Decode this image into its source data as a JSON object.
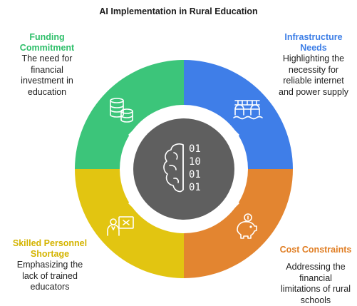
{
  "title": "AI Implementation in Rural Education",
  "colors": {
    "funding": "#3cc57a",
    "infrastructure": "#3f7ee8",
    "skilled": "#e2c511",
    "cost": "#e38530",
    "center": "#5f5f5f"
  },
  "segments": [
    {
      "key": "funding",
      "heading": [
        "Funding",
        "Commitment"
      ],
      "description": [
        "The need for",
        "financial",
        "investment in",
        "education"
      ],
      "icon": "coins-icon"
    },
    {
      "key": "infrastructure",
      "heading": [
        "Infrastructure",
        "Needs"
      ],
      "description": [
        "Highlighting the",
        "necessity for",
        "reliable internet",
        "and power supply"
      ],
      "icon": "bridge-icon"
    },
    {
      "key": "skilled",
      "heading": [
        "Skilled Personnel",
        "Shortage"
      ],
      "description": [
        "Emphasizing the",
        "lack of trained",
        "educators"
      ],
      "icon": "teacher-icon"
    },
    {
      "key": "cost",
      "heading": [
        "Cost Constraints"
      ],
      "description": [
        "Addressing the",
        "financial",
        "limitations of rural",
        "schools"
      ],
      "icon": "piggy-bank-icon"
    }
  ],
  "center": {
    "icon": "brain-binary-icon",
    "binary": [
      "01",
      "10",
      "01",
      "01"
    ]
  }
}
